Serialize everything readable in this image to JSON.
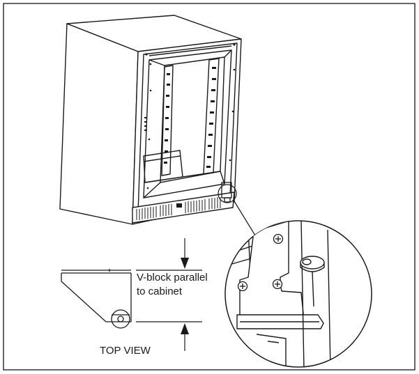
{
  "figure": {
    "labels": {
      "vblock_line1": "V-block parallel",
      "vblock_line2": "to cabinet",
      "top_view": "TOP VIEW"
    },
    "colors": {
      "line": "#1a1a1a",
      "border": "#333333",
      "background": "#ffffff"
    }
  }
}
